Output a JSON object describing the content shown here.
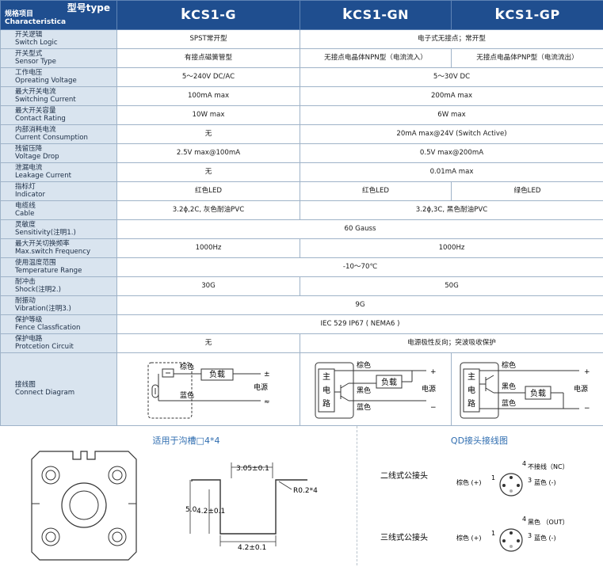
{
  "header": {
    "model_label": "型号type",
    "spec_label_cn": "规格项目",
    "spec_label_en": "Characteristica",
    "models": [
      {
        "k": "k",
        "rest": "CS1-G"
      },
      {
        "k": "k",
        "rest": "CS1-GN"
      },
      {
        "k": "k",
        "rest": "CS1-GP"
      }
    ]
  },
  "rows": [
    {
      "cn": "开关逻辑",
      "en": "Switch Logic",
      "g": "SPST常开型",
      "gn": "电子式无接点；常开型",
      "gp": null
    },
    {
      "cn": "开关型式",
      "en": "Sensor Type",
      "g": "有接点磁簧管型",
      "gn": "无接点电晶体NPN型（电流流入）",
      "gp": "无接点电晶体PNP型（电流流出）"
    },
    {
      "cn": "工作电压",
      "en": "Opreating Voltage",
      "g": "5～240V DC/AC",
      "gn": "5～30V DC",
      "gp": null
    },
    {
      "cn": "最大开关电流",
      "en": "Switching Current",
      "g": "100mA max",
      "gn": "200mA max",
      "gp": null
    },
    {
      "cn": "最大开关容量",
      "en": "Contact Rating",
      "g": "10W max",
      "gn": "6W max",
      "gp": null
    },
    {
      "cn": "内部消耗电流",
      "en": "Current Consumption",
      "g": "无",
      "gn": "20mA max@24V (Switch Active)",
      "gp": null
    },
    {
      "cn": "残留压降",
      "en": "Voltage Drop",
      "g": "2.5V max@100mA",
      "gn": "0.5V max@200mA",
      "gp": null
    },
    {
      "cn": "泄漏电流",
      "en": "Leakage Current",
      "g": "无",
      "gn": "0.01mA max",
      "gp": null
    },
    {
      "cn": "指标灯",
      "en": "Indicator",
      "g": "红色LED",
      "gn": "红色LED",
      "gp": "绿色LED"
    },
    {
      "cn": "电缆线",
      "en": "Cable",
      "g": "3.2ϕ,2C, 灰色耐油PVC",
      "gn": "3.2ϕ,3C, 黑色耐油PVC",
      "gp": null
    },
    {
      "cn": "灵敏度",
      "en": "Sensitivity(注明1.)",
      "all": "60 Gauss"
    },
    {
      "cn": "最大开关切换频率",
      "en": "Max.switch Frequency",
      "g": "1000Hz",
      "gn": "1000Hz",
      "gp": null
    },
    {
      "cn": "使用温度范围",
      "en": "Temperature Range",
      "all": "-10～70℃"
    },
    {
      "cn": "耐冲击",
      "en": "Shock(注明2.)",
      "g": "30G",
      "gn": "50G",
      "gp": null
    },
    {
      "cn": "耐振动",
      "en": "Vibration(注明3.)",
      "all": "9G"
    },
    {
      "cn": "保护等级",
      "en": "Fence Classfication",
      "all": "IEC 529 IP67 ( NEMA6 )"
    },
    {
      "cn": "保护电路",
      "en": "Protcetion Circuit",
      "g": "无",
      "gn": "电源极性反向；突波吸收保护",
      "gp": null
    }
  ],
  "diagram_row": {
    "cn": "接线图",
    "en": "Connect Diagram",
    "g": {
      "brown": "棕色",
      "blue": "蓝色",
      "load": "负载",
      "power": "电源",
      "plus": "±",
      "approx": "≈"
    },
    "gn": {
      "main": [
        "主",
        "电",
        "路"
      ],
      "brown": "棕色",
      "black": "黑色",
      "blue": "蓝色",
      "load": "负载",
      "power": "电源",
      "plus": "+",
      "minus": "−"
    },
    "gp": {
      "main": [
        "主",
        "电",
        "路"
      ],
      "brown": "棕色",
      "black": "黑色",
      "blue": "蓝色",
      "load": "负载",
      "power": "电源",
      "plus": "+",
      "minus": "−"
    }
  },
  "bottom": {
    "left_title": "适用于沟槽□4*4",
    "dims": {
      "top": "3.05±0.1",
      "height": "5.0",
      "inner": "4.2±0.1",
      "bottom": "4.2±0.1",
      "radius": "R0.2*4"
    },
    "right_title": "QD接头接线图",
    "two_wire": {
      "label": "二线式公接头",
      "pin4": "4",
      "nc": "不接线（NC）",
      "pin1": "1",
      "brown": "棕色 (+)",
      "pin3": "3",
      "blue": "蓝色 (-)"
    },
    "three_wire": {
      "label": "三线式公接头",
      "pin4": "4",
      "out": "黑色 （OUT）",
      "pin1": "1",
      "brown": "棕色 (+)",
      "pin3": "3",
      "blue": "蓝色 (-)"
    }
  },
  "colors": {
    "header_bg": "#1f4e8f",
    "label_bg": "#d9e4ef",
    "accent": "#2f6db0",
    "border": "#9fb3c8"
  }
}
